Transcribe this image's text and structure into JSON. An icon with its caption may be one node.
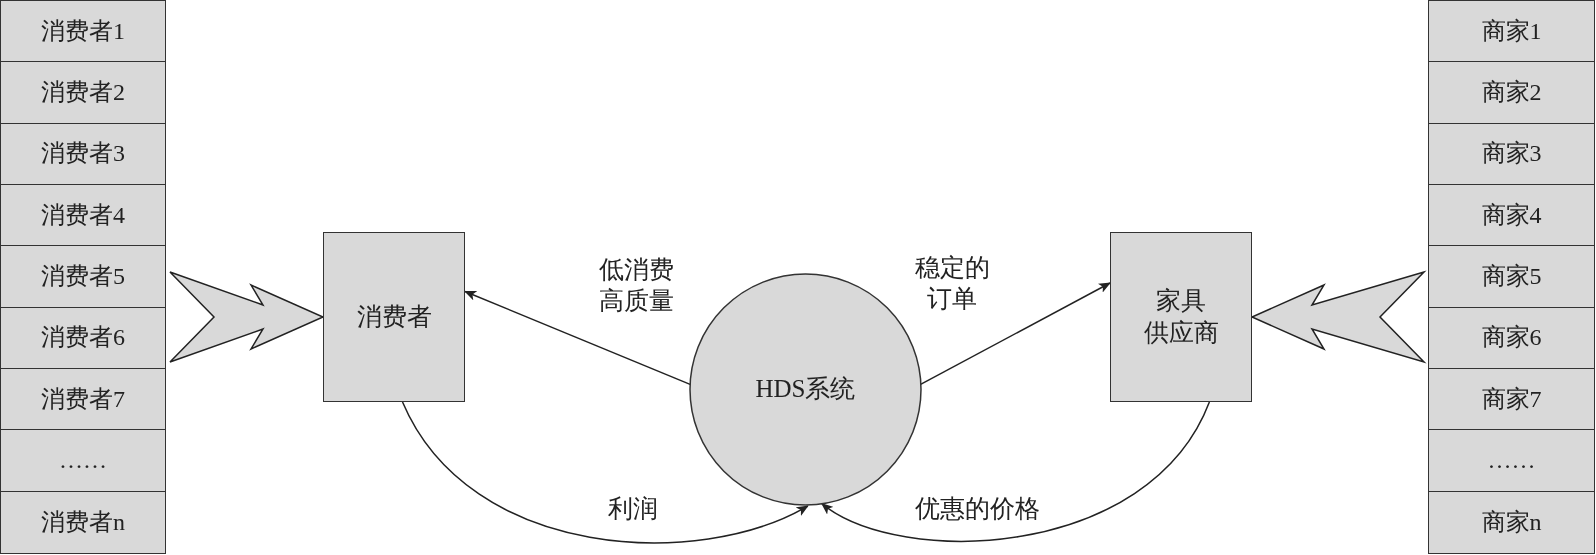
{
  "diagram": {
    "nodes": [
      {
        "text": [],
        "shape": "box"
      },
      {
        "text": [
          "消费者1"
        ],
        "in": 0
      },
      {
        "text": [
          "消费者2"
        ],
        "in": 0
      },
      {
        "text": [
          "消费者3"
        ],
        "in": 0
      },
      {
        "text": [
          "消费者4"
        ],
        "in": 0
      },
      {
        "text": [
          "消费者5"
        ],
        "in": 0
      },
      {
        "text": [
          "消费者6"
        ],
        "in": 0
      },
      {
        "text": [
          "消费者7"
        ],
        "in": 0
      },
      {
        "text": [
          "……"
        ],
        "in": 0
      },
      {
        "text": [
          "消费者n"
        ],
        "in": 0
      },
      {
        "text": [
          "消费者"
        ]
      },
      {
        "text": [
          "HDS系统"
        ]
      },
      {
        "text": [
          "家具供应商"
        ]
      },
      {
        "text": [],
        "shape": "box"
      },
      {
        "text": [
          "商家1"
        ],
        "in": 13
      },
      {
        "text": [
          "商家2"
        ],
        "in": 13
      },
      {
        "text": [
          "商家3"
        ],
        "in": 13
      },
      {
        "text": [
          "商家4"
        ],
        "in": 13
      },
      {
        "text": [
          "商家5"
        ],
        "in": 13
      },
      {
        "text": [
          "商家6"
        ],
        "in": 13
      },
      {
        "text": [
          "商家7"
        ],
        "in": 13
      },
      {
        "text": [
          "……"
        ],
        "in": 13
      },
      {
        "text": [
          "商家n"
        ],
        "in": 13
      }
    ],
    "edges": [
      {
        "from": 0,
        "to": 10,
        "arrow": "to"
      },
      {
        "from": 11,
        "to": 10,
        "arrow": "to",
        "label": "低消费高质量"
      },
      {
        "from": 11,
        "to": 12,
        "arrow": "to",
        "label": "稳定的订单"
      },
      {
        "from": 13,
        "to": 12,
        "arrow": "to"
      },
      {
        "from": 10,
        "to": 11,
        "arrow": "to",
        "label": "利润"
      },
      {
        "from": 12,
        "to": 11,
        "arrow": "to",
        "label": "优惠的价格"
      }
    ]
  }
}
